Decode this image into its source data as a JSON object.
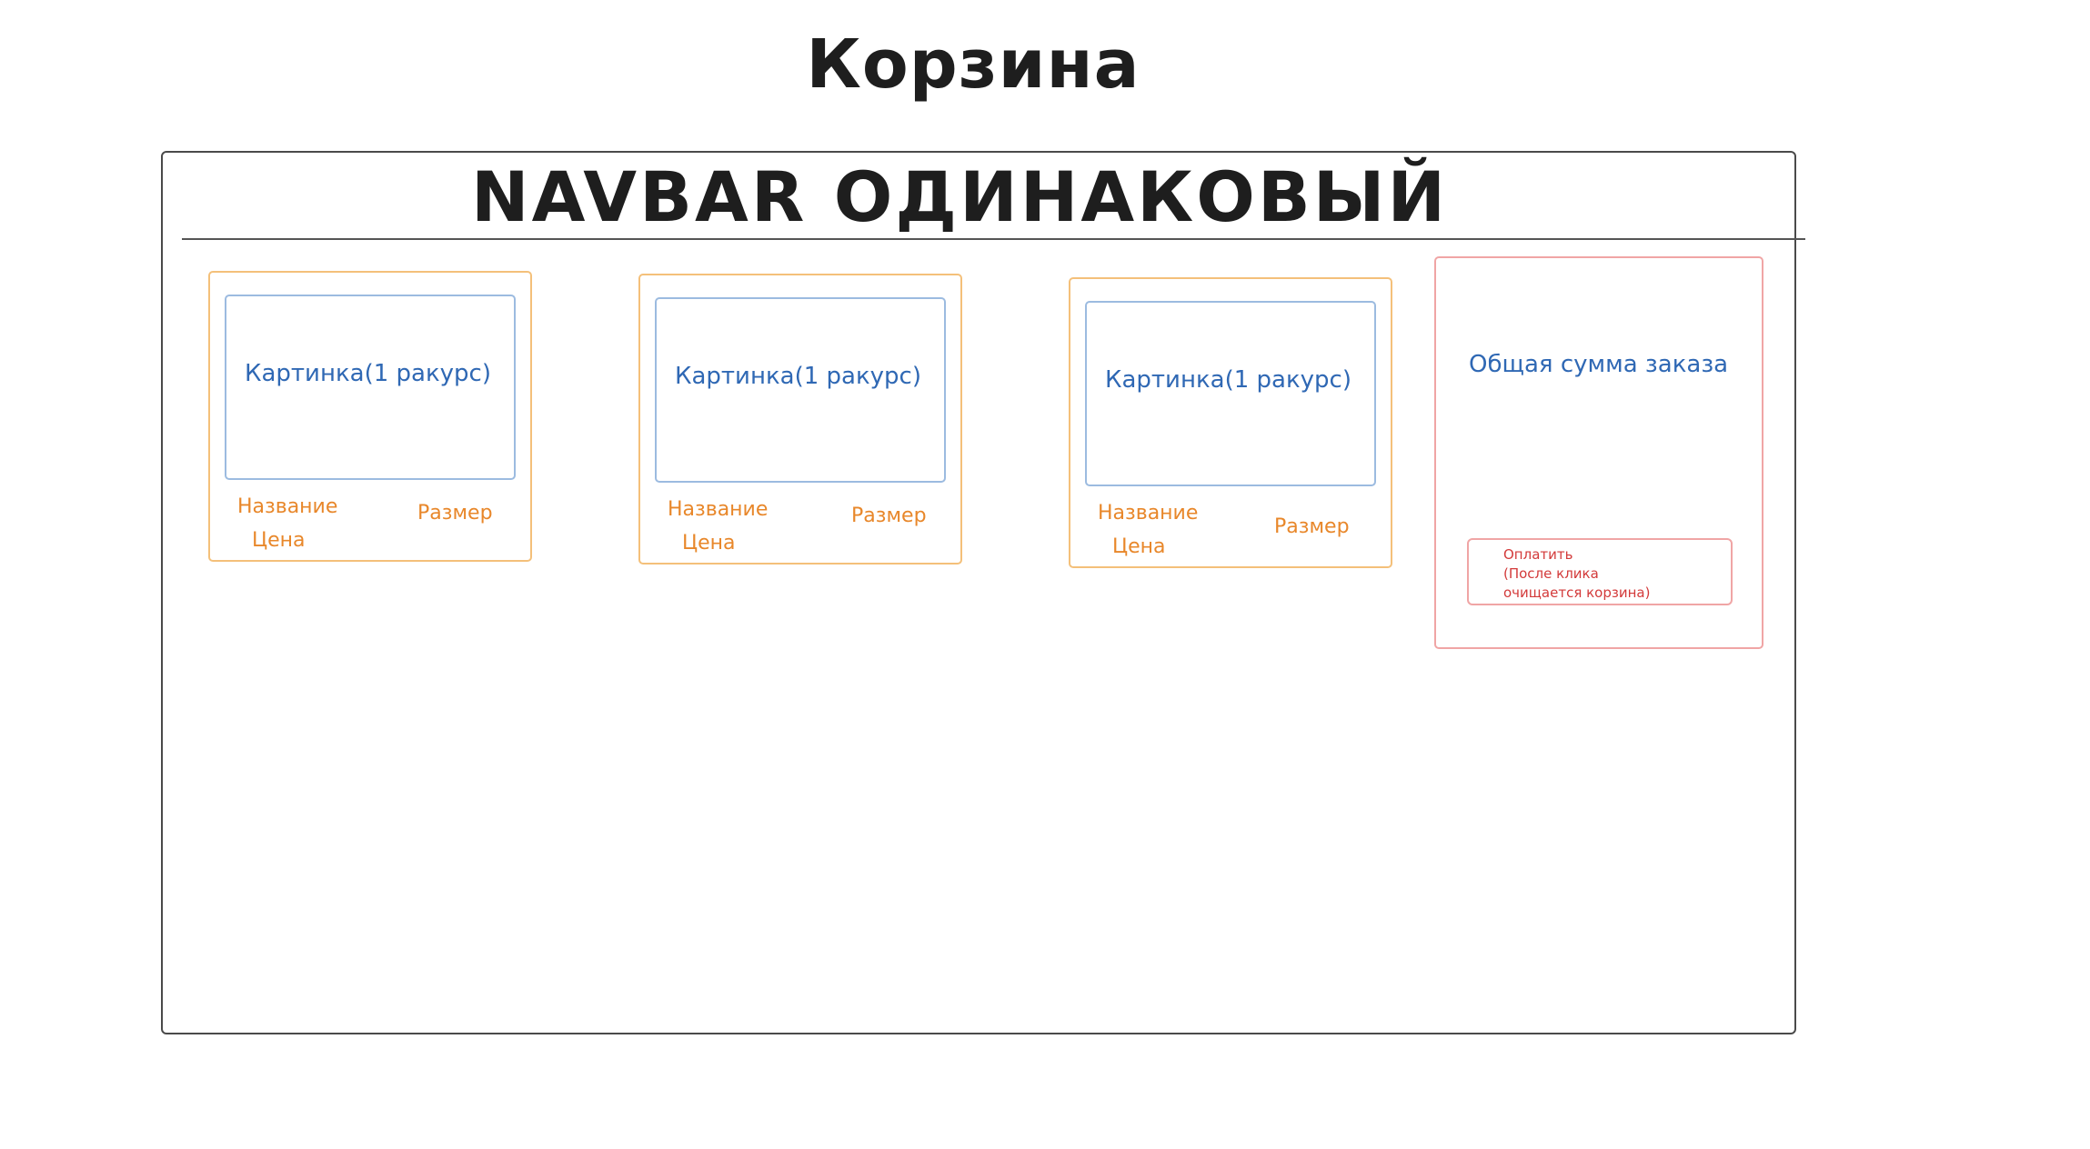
{
  "page": {
    "title": "Корзина"
  },
  "navbar": {
    "label": "NAVBAR ОДИНАКОВЫЙ"
  },
  "cards": [
    {
      "image_label": "Картинка(1 ракурс)",
      "name_label": "Название",
      "price_label": "Цена",
      "size_label": "Размер"
    },
    {
      "image_label": "Картинка(1 ракурс)",
      "name_label": "Название",
      "price_label": "Цена",
      "size_label": "Размер"
    },
    {
      "image_label": "Картинка(1 ракурс)",
      "name_label": "Название",
      "price_label": "Цена",
      "size_label": "Размер"
    }
  ],
  "summary": {
    "total_label": "Общая сумма заказа",
    "pay_button": {
      "line1": "Оплатить",
      "line2": "(После клика",
      "line3": "очищается корзина)"
    }
  },
  "colors": {
    "card_border": "#f4c07a",
    "image_border": "#9cbbe0",
    "image_text": "#2f68b4",
    "card_text": "#e8872a",
    "summary_border": "#f0a5a5",
    "pay_text": "#d33a3a",
    "ink": "#1e1e1e"
  }
}
